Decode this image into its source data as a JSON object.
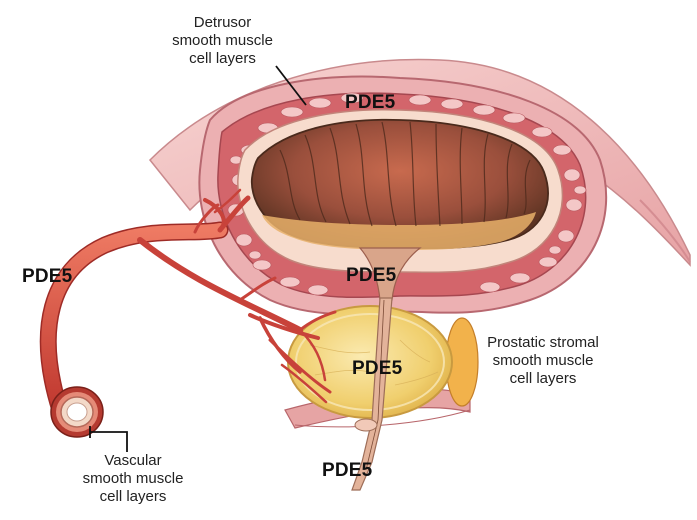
{
  "labels": {
    "detrusor": [
      "Detrusor",
      "smooth muscle",
      "cell layers"
    ],
    "prostatic": [
      "Prostatic stromal",
      "smooth muscle",
      "cell layers"
    ],
    "vascular": [
      "Vascular",
      "smooth muscle",
      "cell layers"
    ]
  },
  "pde5": {
    "bladder_wall": "PDE5",
    "bladder_neck": "PDE5",
    "prostate": "PDE5",
    "urethra": "PDE5",
    "artery": "PDE5"
  },
  "colors": {
    "tissue_pink": "#e9a0a6",
    "muscle_red": "#c74a52",
    "lumen_brown": "#8a4a3a",
    "prostate_yellow": "#f2d27a",
    "artery_red": "#d8493f",
    "outer_wall": "#f0c0c0"
  }
}
